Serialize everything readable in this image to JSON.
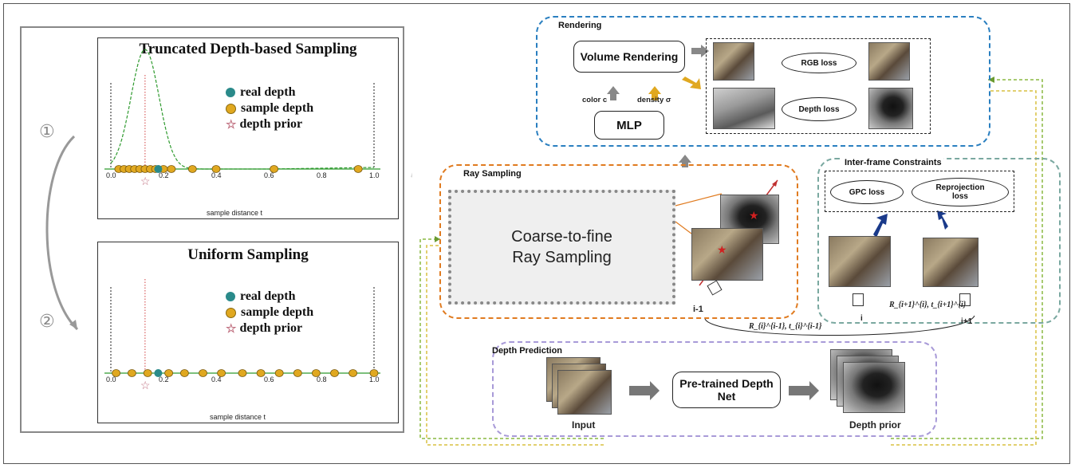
{
  "step1": "①",
  "step2": "②",
  "top_chart": {
    "title": "Truncated Depth-based Sampling",
    "legend": [
      "real depth",
      "sample depth",
      "depth prior"
    ],
    "xlabel": "sample distance t",
    "ticks": [
      "0.0",
      "0.2",
      "0.4",
      "0.6",
      "0.8",
      "1.0"
    ]
  },
  "bottom_chart": {
    "title": "Uniform Sampling",
    "legend": [
      "real depth",
      "sample depth",
      "depth prior"
    ],
    "xlabel": "sample distance t",
    "ticks": [
      "0.0",
      "0.2",
      "0.4",
      "0.6",
      "0.8",
      "1.0"
    ]
  },
  "chart_data": [
    {
      "type": "scatter",
      "title": "Truncated Depth-based Sampling",
      "xlabel": "sample distance t",
      "xlim": [
        0,
        1
      ],
      "depth_prior": 0.13,
      "real_depth": 0.18,
      "sample_depths": [
        0.03,
        0.05,
        0.07,
        0.09,
        0.11,
        0.13,
        0.15,
        0.17,
        0.2,
        0.23,
        0.31,
        0.4,
        0.62,
        0.94
      ],
      "curve": "gaussian"
    },
    {
      "type": "scatter",
      "title": "Uniform Sampling",
      "xlabel": "sample distance t",
      "xlim": [
        0,
        1
      ],
      "depth_prior": 0.13,
      "real_depth": 0.18,
      "sample_depths": [
        0.02,
        0.08,
        0.14,
        0.22,
        0.28,
        0.35,
        0.42,
        0.5,
        0.57,
        0.64,
        0.71,
        0.78,
        0.85,
        0.92,
        1.0
      ]
    }
  ],
  "rendering": {
    "label": "Rendering",
    "volume": "Volume Rendering",
    "mlp": "MLP",
    "color": "color c",
    "density": "density σ",
    "rgb_loss": "RGB loss",
    "depth_loss": "Depth loss"
  },
  "ray_sampling": {
    "label": "Ray Sampling",
    "coarse": "Coarse-to-fine Ray Sampling",
    "frame_label": "i-1"
  },
  "inter_frame": {
    "label": "Inter-frame Constraints",
    "gpc": "GPC loss",
    "reproj": "Reprojection loss",
    "frame_i": "i",
    "frame_i1": "i+1",
    "pose_next": "R_{i+1}^{i}, t_{i+1}^{i}"
  },
  "pose_prev": "R_{i}^{i-1}, t_{i}^{i-1}",
  "depth_prediction": {
    "label": "Depth Prediction",
    "net": "Pre-trained Depth Net",
    "input": "Input",
    "prior": "Depth prior"
  },
  "colors": {
    "rendering": "#2a7fc0",
    "ray": "#e07b20",
    "inter": "#7aa8a0",
    "depth": "#a89ad8",
    "curve": "#2e9a2e",
    "real": "#2a8a8a",
    "sample": "#e0a820"
  }
}
